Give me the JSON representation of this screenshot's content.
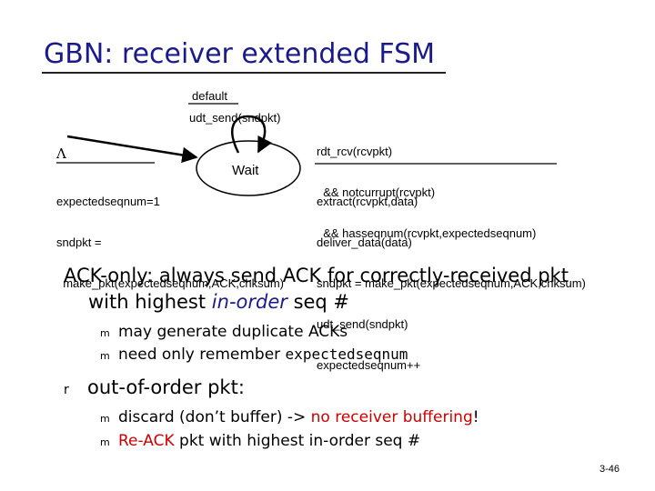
{
  "slide": {
    "title": "GBN: receiver extended FSM",
    "page_number": "3-46"
  },
  "fsm": {
    "state_label": "Wait",
    "default_event": "default",
    "default_action": "udt_send(sndpkt)",
    "init_lambda": "Λ",
    "init_actions": [
      "expectedseqnum=1",
      "sndpkt =",
      "  make_pkt(expectedseqnum,ACK,chksum)"
    ],
    "rcv_event": [
      "rdt_rcv(rcvpkt)",
      "  && notcurrupt(rcvpkt)",
      "  && hasseqnum(rcvpkt,expectedseqnum)"
    ],
    "rcv_actions": [
      "extract(rcvpkt,data)",
      "deliver_data(data)",
      "sndpkt = make_pkt(expectedseqnum,ACK,chksum)",
      "udt_send(sndpkt)",
      "expectedseqnum++"
    ]
  },
  "notes": {
    "ack_only_prefix": "ACK-only: always send ACK for correctly-received pkt",
    "ack_only_line2_a": "with highest ",
    "ack_only_line2_em": "in-order",
    "ack_only_line2_b": " seq #",
    "sub1": "may generate duplicate ACKs",
    "sub2_a": "need only remember ",
    "sub2_code": "expectedseqnum",
    "ooo": "out-of-order pkt:",
    "sub3_a": "discard (don’t buffer) -> ",
    "sub3_red": "no receiver buffering",
    "sub3_b": "!",
    "sub4_red": "Re-ACK",
    "sub4_b": " pkt with highest in-order seq #",
    "bullet_m": "m",
    "bullet_r": "r"
  },
  "colors": {
    "title": "#1a1a8c",
    "emphasis_blue": "#1a1a8c",
    "emphasis_red": "#cc0000"
  }
}
